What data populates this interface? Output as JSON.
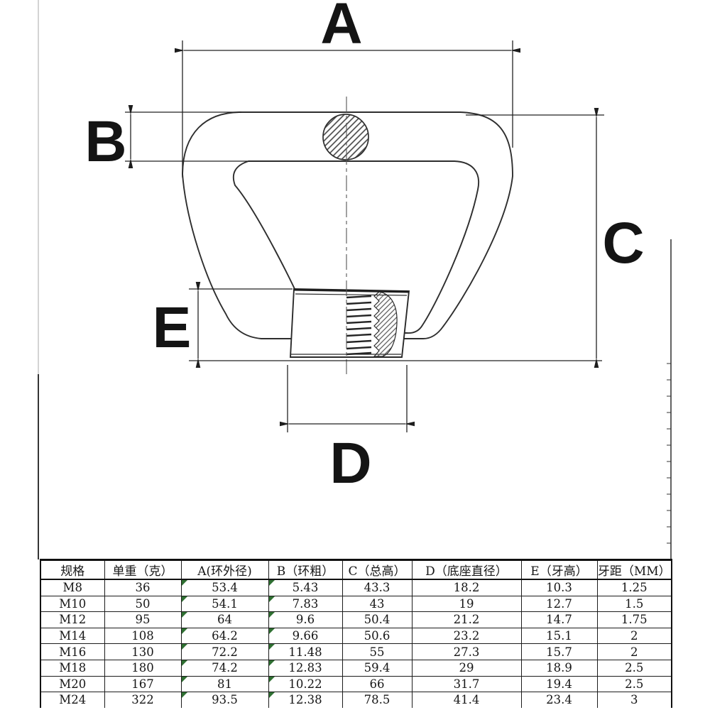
{
  "diagram": {
    "labels": {
      "a": "A",
      "b": "B",
      "c": "C",
      "d": "D",
      "e": "E"
    },
    "line_color": "#2e2e2e",
    "dim_color": "#222222"
  },
  "table": {
    "headers": [
      "规格",
      "单重（克）",
      "A(环外径)",
      "B（环粗）",
      "C（总高）",
      "D（底座直径）",
      "E（牙高）",
      "牙距（MM）"
    ],
    "rows": [
      [
        "M8",
        "36",
        "53.4",
        "5.43",
        "43.3",
        "18.2",
        "10.3",
        "1.25"
      ],
      [
        "M10",
        "50",
        "54.1",
        "7.83",
        "43",
        "19",
        "12.7",
        "1.5"
      ],
      [
        "M12",
        "95",
        "64",
        "9.6",
        "50.4",
        "21.2",
        "14.7",
        "1.75"
      ],
      [
        "M14",
        "108",
        "64.2",
        "9.66",
        "50.6",
        "23.2",
        "15.1",
        "2"
      ],
      [
        "M16",
        "130",
        "72.2",
        "11.48",
        "55",
        "27.3",
        "15.7",
        "2"
      ],
      [
        "M18",
        "180",
        "74.2",
        "12.83",
        "59.4",
        "29",
        "18.9",
        "2.5"
      ],
      [
        "M20",
        "167",
        "81",
        "10.22",
        "66",
        "31.7",
        "19.4",
        "2.5"
      ],
      [
        "M24",
        "322",
        "93.5",
        "12.38",
        "78.5",
        "41.4",
        "23.4",
        "3"
      ]
    ],
    "error_marker_columns": [
      2,
      3
    ],
    "error_marker_color": "#2f7032"
  }
}
